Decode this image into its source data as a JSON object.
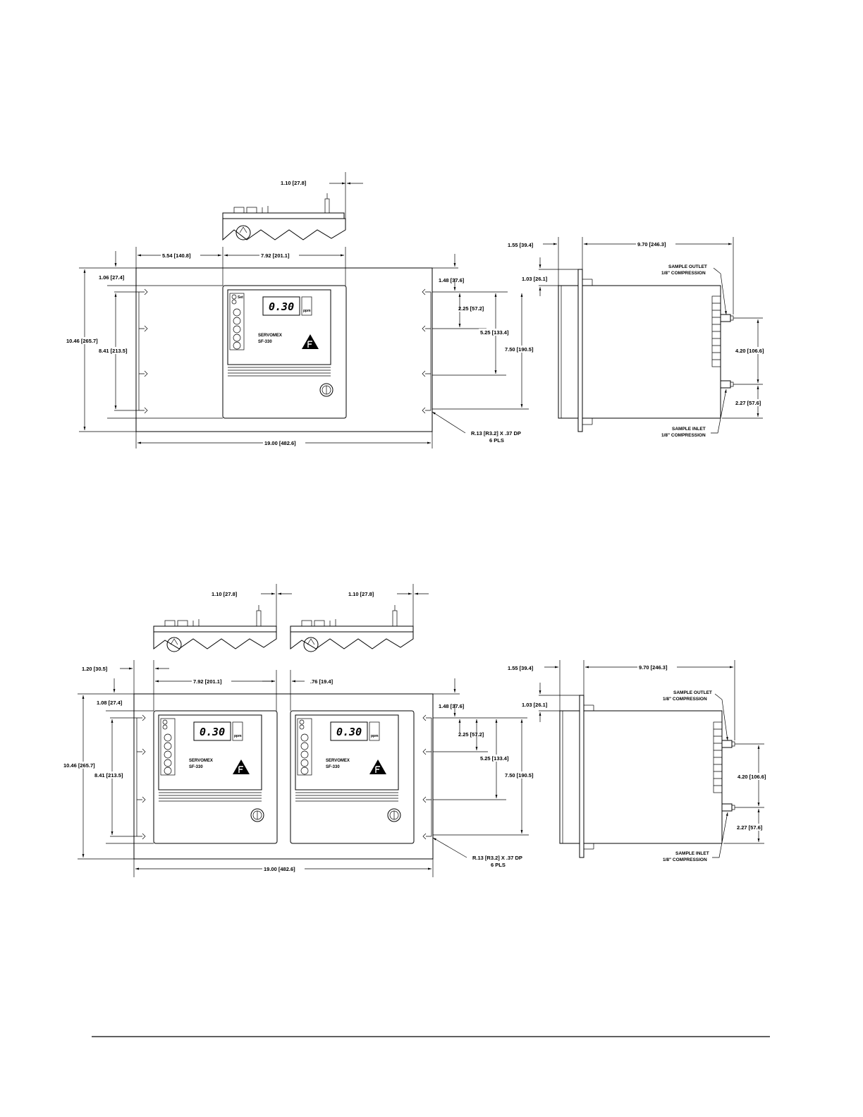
{
  "drawing1": {
    "front": {
      "top_clearance": "1.10 [27.8]",
      "offset_left": "5.54 [140.8]",
      "unit_width": "7.92 [201.1]",
      "panel_margin_top": "1.06 [27.4]",
      "panel_height": "10.46 [265.7]",
      "hole_span": "8.41 [213.5]",
      "right_offset_top": "1.48 [37.6]",
      "hole_spacing_a": "2.25 [57.2]",
      "hole_spacing_b": "5.25 [133.4]",
      "unit_height": "7.50 [190.5]",
      "panel_width": "19.00 [482.6]",
      "hole_note_1": "R.13 [R3.2] X .37 DP",
      "hole_note_2": "6 PLS",
      "display_value": "0.30",
      "display_unit": "ppm",
      "brand_line": "SERVOMEX",
      "model_line": "SF-330"
    },
    "side": {
      "flange_depth": "1.55 [39.4]",
      "body_depth": "9.70 [246.3]",
      "top_offset": "1.03 [26.1]",
      "port_spacing": "4.20 [106.6]",
      "inlet_offset": "2.27 [57.6]",
      "outlet_label": "SAMPLE OUTLET",
      "outlet_fit": "1/8\" COMPRESSION",
      "inlet_label": "SAMPLE INLET",
      "inlet_fit": "1/8\" COMPRESSION"
    }
  },
  "drawing2": {
    "front": {
      "top_clearance_a": "1.10 [27.8]",
      "top_clearance_b": "1.10 [27.8]",
      "offset_left": "1.20 [30.5]",
      "unit_width": "7.92 [201.1]",
      "unit_gap": ".76 [19.4]",
      "panel_margin_top": "1.08 [27.4]",
      "panel_height": "10.46 [265.7]",
      "hole_span": "8.41 [213.5]",
      "right_offset_top": "1.48 [37.6]",
      "hole_spacing_a": "2.25 [57.2]",
      "hole_spacing_b": "5.25 [133.4]",
      "unit_height": "7.50 [190.5]",
      "panel_width": "19.00 [482.6]",
      "hole_note_1": "R.13 [R3.2] X .37 DP",
      "hole_note_2": "6 PLS",
      "display_value": "0.30",
      "display_unit": "ppm",
      "brand_line": "SERVOMEX",
      "model_line": "SF-330"
    },
    "side": {
      "flange_depth": "1.55 [39.4]",
      "body_depth": "9.70 [246.3]",
      "top_offset": "1.03 [26.1]",
      "port_spacing": "4.20 [106.6]",
      "inlet_offset": "2.27 [57.6]",
      "outlet_label": "SAMPLE OUTLET",
      "outlet_fit": "1/8\" COMPRESSION",
      "inlet_label": "SAMPLE INLET",
      "inlet_fit": "1/8\" COMPRESSION"
    }
  }
}
